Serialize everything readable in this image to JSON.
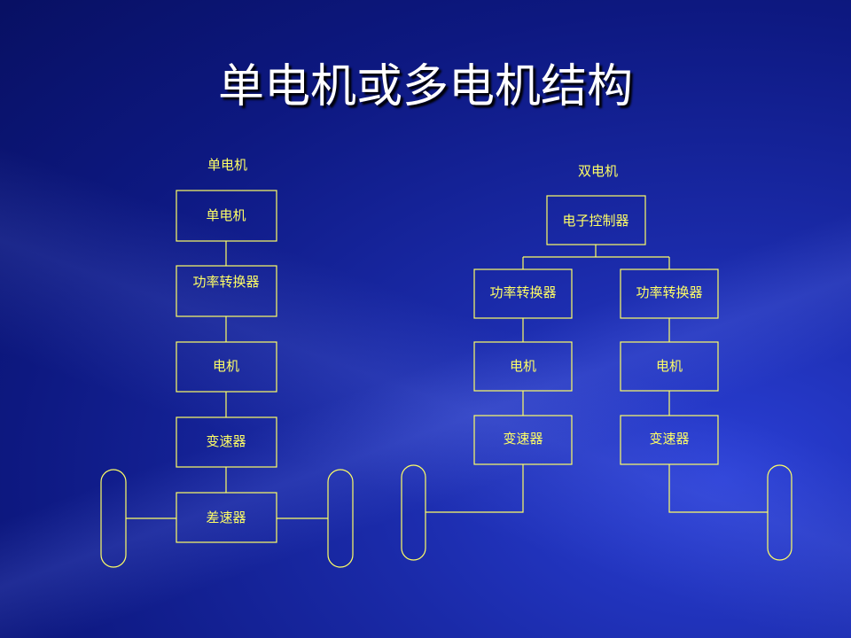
{
  "title": "单电机或多电机结构",
  "single": {
    "caption": "单电机",
    "boxes": [
      "单电机",
      "功率转换器",
      "电机",
      "变速器",
      "差速器"
    ]
  },
  "dual": {
    "caption": "双电机",
    "controller": "电子控制器",
    "left": [
      "功率转换器",
      "电机",
      "变速器"
    ],
    "right": [
      "功率转换器",
      "电机",
      "变速器"
    ]
  },
  "colors": {
    "text": "#ffff66",
    "title": "#ffffff",
    "background": "#0d1880"
  }
}
